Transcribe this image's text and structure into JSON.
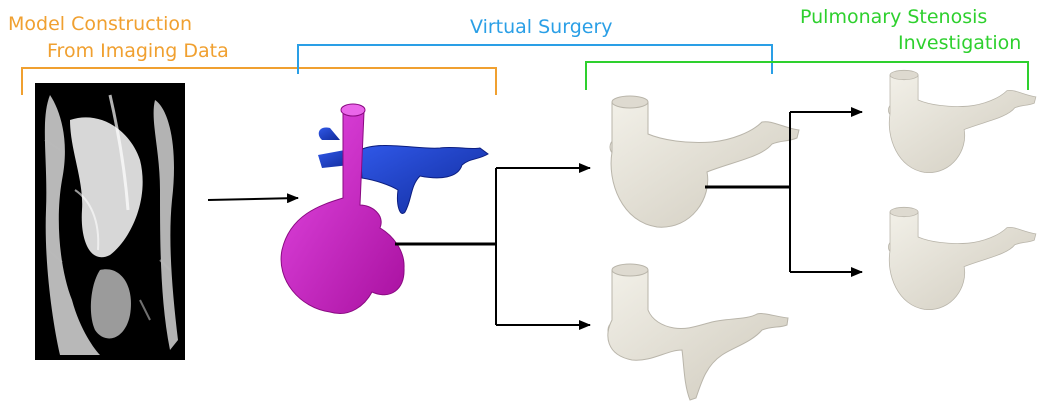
{
  "stages": [
    {
      "lines": [
        "Model Construction",
        "From Imaging Data"
      ],
      "color": "#f0a030"
    },
    {
      "lines": [
        "Virtual Surgery"
      ],
      "color": "#2a9fe6"
    },
    {
      "lines": [
        "Pulmonary Stenosis",
        "Investigation"
      ],
      "color": "#2ed02e"
    }
  ],
  "colors": {
    "arrow": "#000000",
    "mri_background": "#000000",
    "mri_tissue": "#e6e6e6",
    "heart_magenta": "#d21bd2",
    "vessel_blue": "#1a3fd0",
    "model_beige": "#e9e6dc",
    "model_shadow": "#b9b5aa"
  }
}
